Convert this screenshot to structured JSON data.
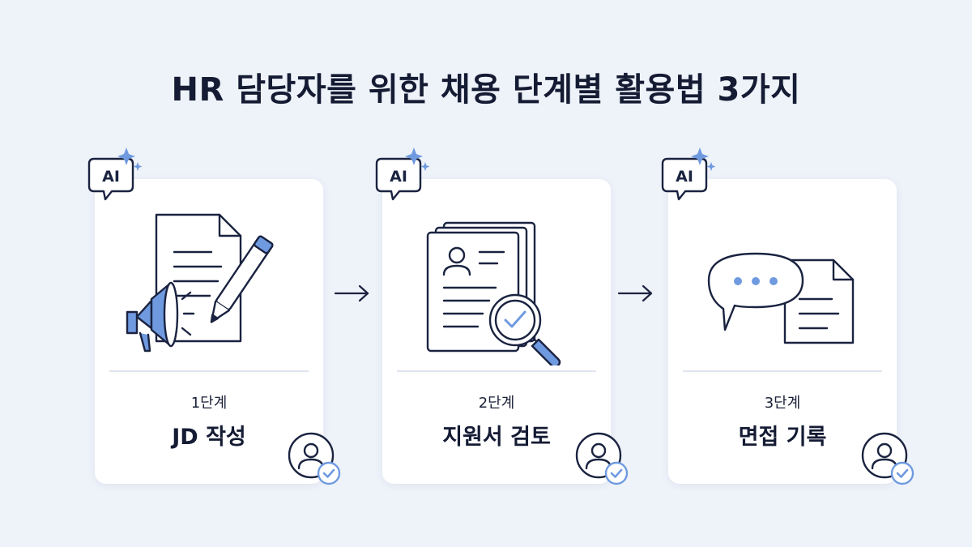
{
  "title": "HR 담당자를 위한 채용 단계별 활용법 3가지",
  "badge_label": "AI",
  "accent_color": "#6f9ae0",
  "ink_color": "#1a2340",
  "steps": [
    {
      "step": "1단계",
      "name": "JD 작성",
      "icon": "document-pencil-megaphone-icon"
    },
    {
      "step": "2단계",
      "name": "지원서 검토",
      "icon": "resume-magnifier-check-icon"
    },
    {
      "step": "3단계",
      "name": "면접 기록",
      "icon": "speech-bubble-document-icon"
    }
  ]
}
